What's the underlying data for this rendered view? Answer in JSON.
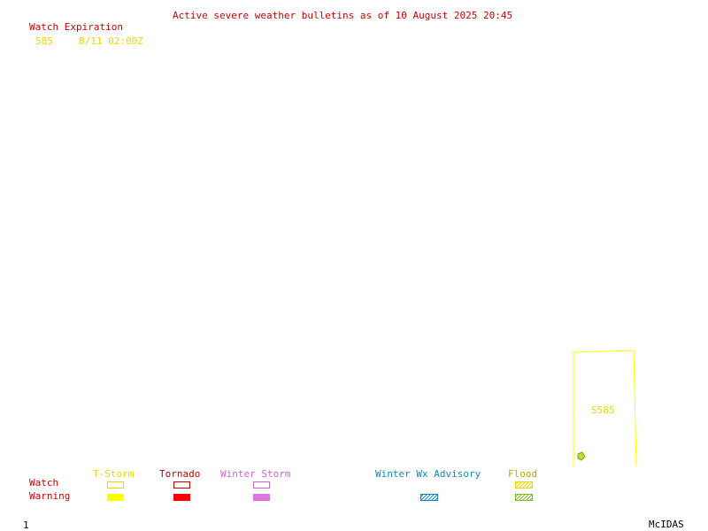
{
  "header": {
    "title": "Active severe weather bulletins as of 10 August 2025 20:45"
  },
  "watch_list": {
    "heading": "Watch Expiration",
    "items": [
      {
        "number": "585",
        "expires": "8/11 02:00Z"
      }
    ]
  },
  "map": {
    "watch_box_label": "S585"
  },
  "legend": {
    "row_watch": "Watch",
    "row_warning": "Warning",
    "categories": [
      {
        "label": "T-Storm",
        "color": "#ffff00"
      },
      {
        "label": "Tornado",
        "color": "#ff0000"
      },
      {
        "label": "Winter Storm",
        "color": "#dd77dd"
      },
      {
        "label": "Winter Wx Advisory",
        "color": "#1188bb"
      },
      {
        "label": "Flood",
        "color": "#77bb22"
      }
    ]
  },
  "footer": {
    "frame_number": "1",
    "brand": "McIDAS"
  }
}
